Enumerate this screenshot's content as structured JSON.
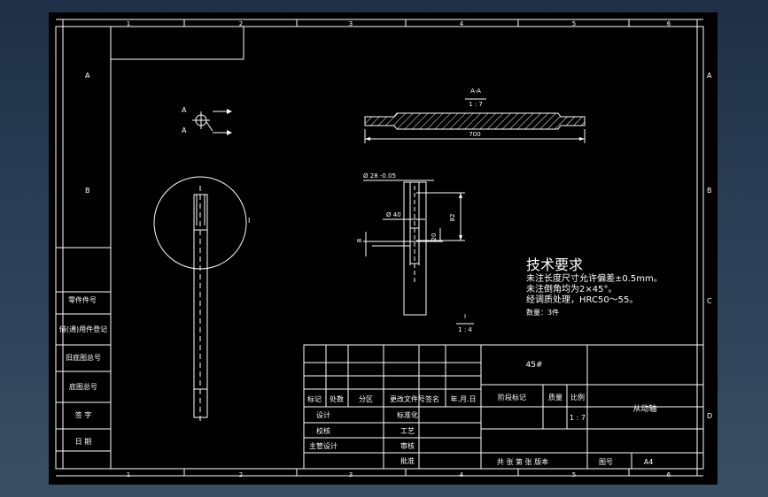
{
  "zone_columns": [
    "1",
    "2",
    "3",
    "4",
    "5",
    "6"
  ],
  "zone_rows": [
    "A",
    "B",
    "C",
    "D"
  ],
  "section_view": {
    "label": "A-A",
    "scale": "1 : 7",
    "length": "700"
  },
  "section_marks": {
    "a1": "A",
    "a2": "A"
  },
  "detail_mark": "I",
  "detail_view": {
    "label": "I",
    "scale": "1 : 4",
    "dim_shaft": "Ø 28 -0.05",
    "dim_hub": "Ø 40",
    "dim_height": "82",
    "dim_short": "20",
    "dim_key": "8"
  },
  "tech_req": {
    "title": "技术要求",
    "line1": "未注长度尺寸允许偏差±0.5mm。",
    "line2": "未注倒角均为2×45°。",
    "line3": "经调质处理，HRC50～55。",
    "qty": "数量：3件"
  },
  "left_strip": [
    "借(通)用件登记",
    "旧底图总号",
    "底图总号",
    "签 字",
    "日 期"
  ],
  "left_top_cell": "零件件号",
  "title_block": {
    "material": "45#",
    "rev_headers": [
      "标记",
      "处数",
      "分区",
      "更改文件号",
      "签名",
      "年.月.日"
    ],
    "roles": [
      "设计",
      "校核",
      "主管设计"
    ],
    "roles2": [
      "标准化",
      "工艺",
      "审核",
      "批准"
    ],
    "stage_label": "阶段标记",
    "weight_label": "质量",
    "scale_label": "比例",
    "scale_value": "1 : 7",
    "part_name": "从动轴",
    "bottom_row": "共 张 第 张 版本",
    "sheet_label": "图号",
    "sheet_size": "A4"
  }
}
